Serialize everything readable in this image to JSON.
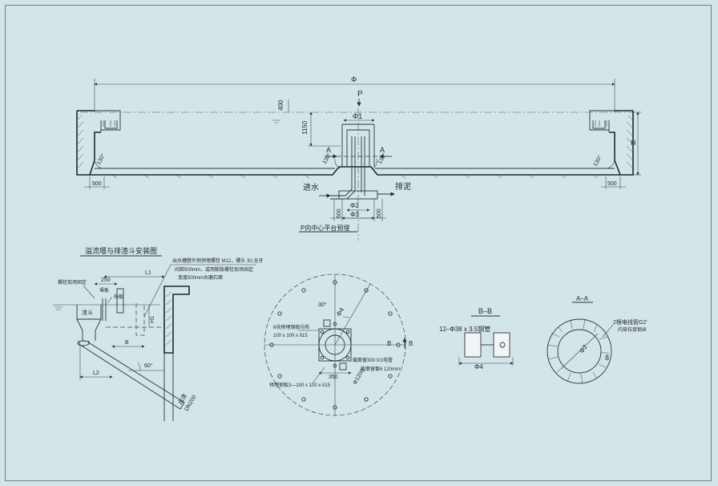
{
  "main_elevation": {
    "dim_phi": "Φ",
    "label_p": "P",
    "dim_400": "400",
    "dim_1150": "1150",
    "dim_phi1": "Φ1",
    "dim_h": "H",
    "angle_left": "130°",
    "angle_center_left": "130°",
    "angle_center_right": "130°",
    "angle_right": "130°",
    "section_a_left": "A",
    "section_a_right": "A",
    "dim_500_left": "500",
    "dim_500_right": "500",
    "dim_500_center_left": "500",
    "dim_500_center_right": "500",
    "inlet_label": "进水",
    "sludge_label": "排泥",
    "dim_phi2": "Φ2",
    "dim_phi3": "Φ3",
    "caption": "P向中心平台预埋"
  },
  "weir_detail": {
    "title": "溢流堰与排渣斗安装图",
    "note_line1": "出水槽壁外侧预埋螺栓 M12，螺头 30,全牙",
    "note_line2": "间距500mm，或用膨胀螺栓现场固定",
    "note_line3": "宽度500mm水磨石面",
    "label_250": "250",
    "label_bolt_fix": "螺栓现场固定",
    "label_weir_plate": "堰板",
    "label_l1": "L1",
    "label_baffle": "挡板",
    "label_scum_hopper": "渣斗",
    "label_h1": "H1",
    "label_b": "B",
    "label_l2": "L2",
    "label_angle": "60°",
    "label_outlet": "出渣",
    "label_dn": "DN200"
  },
  "plan_view": {
    "angle_30": "30°",
    "label_phi4": "Φ4",
    "plate_note_1": "6块预埋钢板均布",
    "plate_note_2": "100 x 100 x δ15",
    "label_b_left": "B",
    "label_b_right": "B",
    "label_350": "350",
    "cable_note": "截面留300 0/1电管",
    "cable_note_2": "截面留套6 120mm",
    "label_phi1200": "Φ1200",
    "bottom_plate_note": "预埋钢板3—100 x 100 x δ15"
  },
  "section_bb": {
    "title": "B–B",
    "pipe_note": "12–Φ38 x 3.5钢管",
    "label_phi4": "Φ4"
  },
  "section_aa": {
    "title": "A–A",
    "conduit_note": "2根电线管G2'",
    "wire_note": "内穿拉接钢丝",
    "label_phi2": "Φ2",
    "label_8": "8"
  }
}
